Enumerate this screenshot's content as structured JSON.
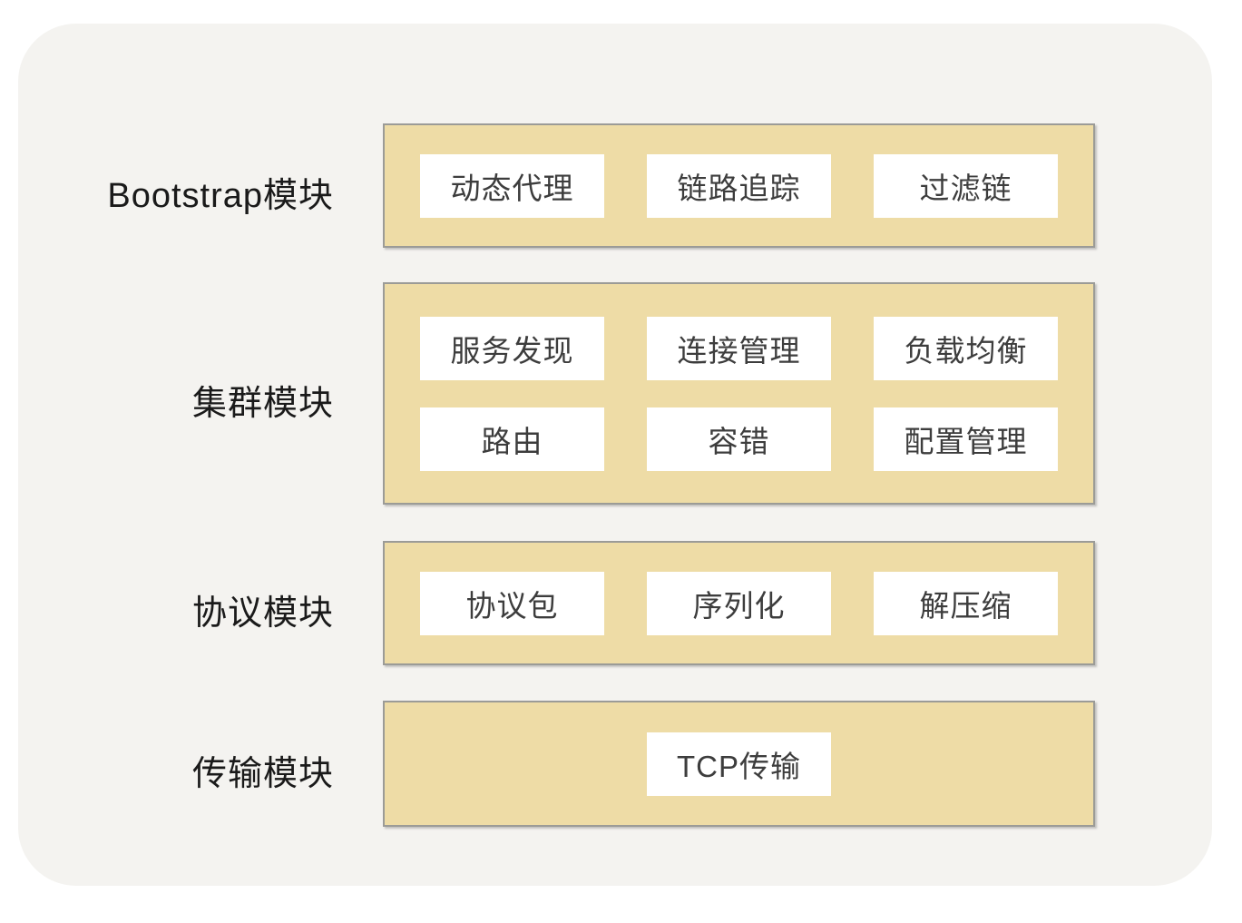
{
  "diagram_title": "",
  "colors": {
    "page_bg": "#FFFFFF",
    "card_bg": "#F4F3F0",
    "band_fill": "#EEDCA6",
    "band_border": "#9B9B97",
    "box_bg": "#FFFFFF",
    "label_text": "#1A1A1A",
    "box_text": "#3D3D3D"
  },
  "modules": [
    {
      "label": "Bootstrap模块",
      "rows": [
        [
          "动态代理",
          "链路追踪",
          "过滤链"
        ]
      ]
    },
    {
      "label": "集群模块",
      "rows": [
        [
          "服务发现",
          "连接管理",
          "负载均衡"
        ],
        [
          "路由",
          "容错",
          "配置管理"
        ]
      ]
    },
    {
      "label": "协议模块",
      "rows": [
        [
          "协议包",
          "序列化",
          "解压缩"
        ]
      ]
    },
    {
      "label": "传输模块",
      "rows": [
        [
          "TCP传输"
        ]
      ]
    }
  ]
}
